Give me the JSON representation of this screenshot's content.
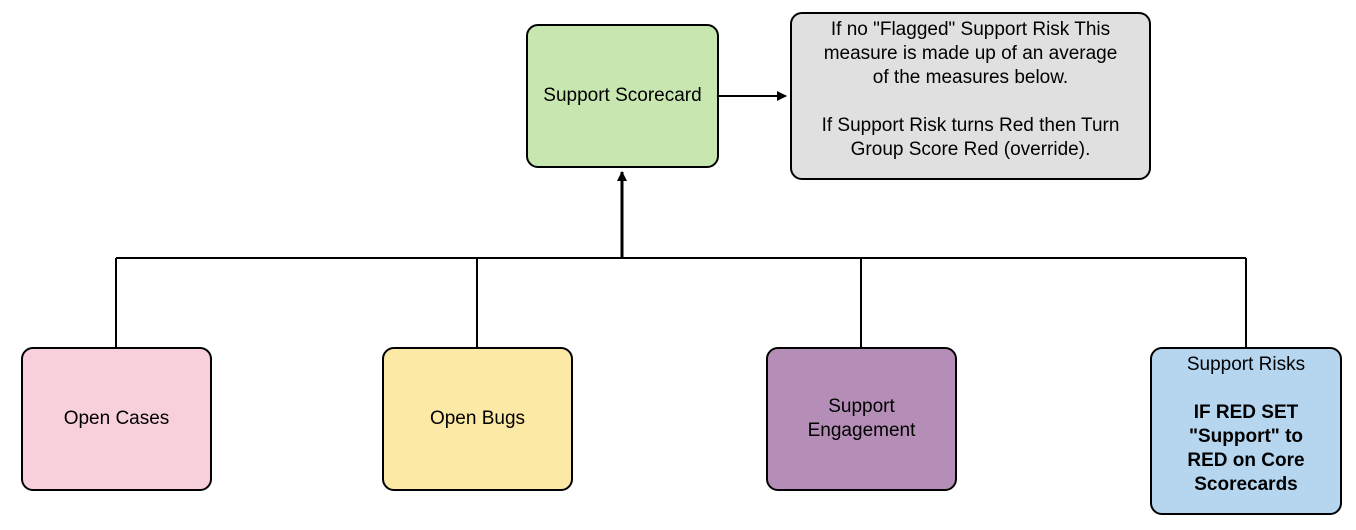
{
  "diagram": {
    "root": {
      "label": "Support Scorecard",
      "color": "#c8e6b0"
    },
    "note": {
      "paragraph_1": [
        "If no \"Flagged\" Support Risk This",
        "measure is made up of an average",
        "of the measures below."
      ],
      "paragraph_2": [
        "If Support Risk turns Red then Turn",
        "Group Score Red (override)."
      ],
      "color": "#e0e0e0"
    },
    "children": [
      {
        "id": "open-cases",
        "label": "Open Cases",
        "color": "#f8d0dc"
      },
      {
        "id": "open-bugs",
        "label": "Open Bugs",
        "color": "#fde9a6"
      },
      {
        "id": "support-engagement",
        "label_lines": [
          "Support",
          "Engagement"
        ],
        "color": "#b48eb6"
      },
      {
        "id": "support-risks",
        "title": "Support Risks",
        "rule_lines": [
          "IF RED SET",
          "\"Support\" to",
          "RED on Core",
          "Scorecards"
        ],
        "color": "#b6d6f0"
      }
    ]
  }
}
